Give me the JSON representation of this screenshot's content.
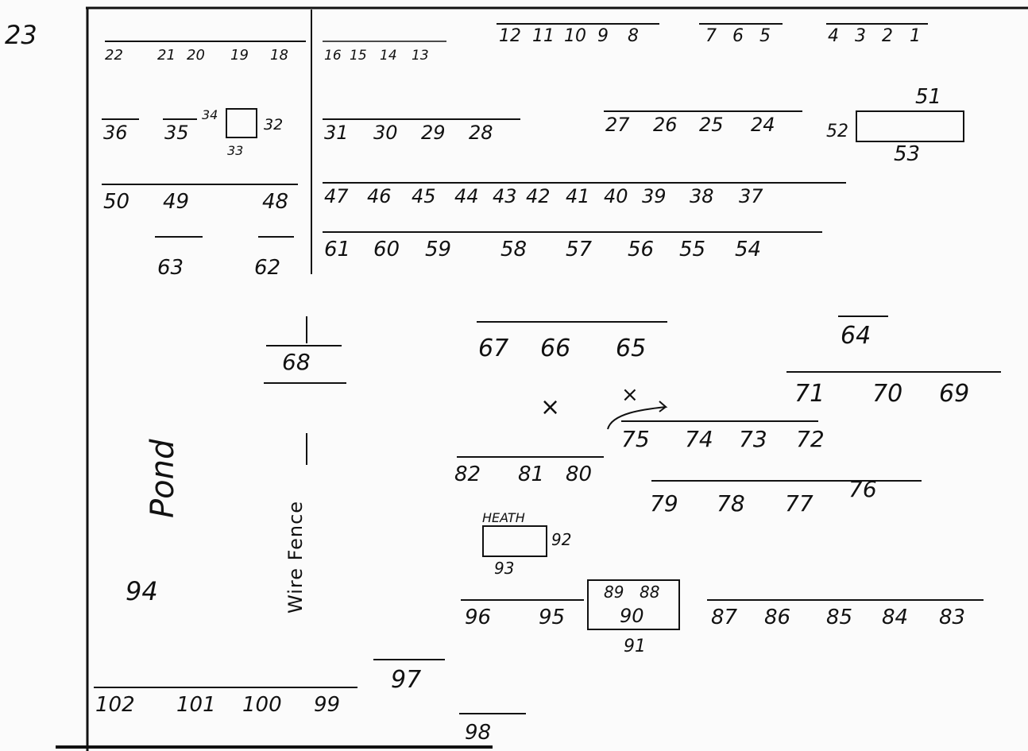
{
  "section_label": "23",
  "rows": [
    [
      "22",
      "21",
      "20",
      "19",
      "18"
    ],
    [
      "16",
      "15",
      "14",
      "13"
    ],
    [
      "12",
      "11",
      "10",
      "9",
      "8"
    ],
    [
      "7",
      "6",
      "5"
    ],
    [
      "4",
      "3",
      "2",
      "1"
    ],
    [
      "36",
      "35"
    ],
    [
      "34",
      "33",
      "32"
    ],
    [
      "31",
      "30",
      "29",
      "28"
    ],
    [
      "27",
      "26",
      "25",
      "24"
    ],
    [
      "52",
      "51",
      "53"
    ],
    [
      "50",
      "49",
      "48"
    ],
    [
      "47",
      "46",
      "45",
      "44",
      "43",
      "42",
      "41",
      "40",
      "39",
      "38",
      "37"
    ],
    [
      "63",
      "62"
    ],
    [
      "61",
      "60",
      "59",
      "58",
      "57",
      "56",
      "55",
      "54"
    ],
    [
      "68"
    ],
    [
      "67",
      "66",
      "65"
    ],
    [
      "64"
    ],
    [
      "71",
      "70",
      "69"
    ],
    [
      "75",
      "74",
      "73",
      "72"
    ],
    [
      "82",
      "81",
      "80"
    ],
    [
      "79",
      "78",
      "77",
      "76"
    ],
    [
      "93",
      "92"
    ],
    [
      "94"
    ],
    [
      "96",
      "95"
    ],
    [
      "89",
      "88",
      "90",
      "91"
    ],
    [
      "87",
      "86",
      "85",
      "84",
      "83"
    ],
    [
      "102",
      "101",
      "100",
      "99"
    ],
    [
      "97"
    ],
    [
      "98"
    ]
  ],
  "labels": {
    "pond": "Pond",
    "wire_fence": "Wire Fence",
    "heath": "HEATH"
  },
  "marks": {
    "x1": "×",
    "x2": "×"
  }
}
